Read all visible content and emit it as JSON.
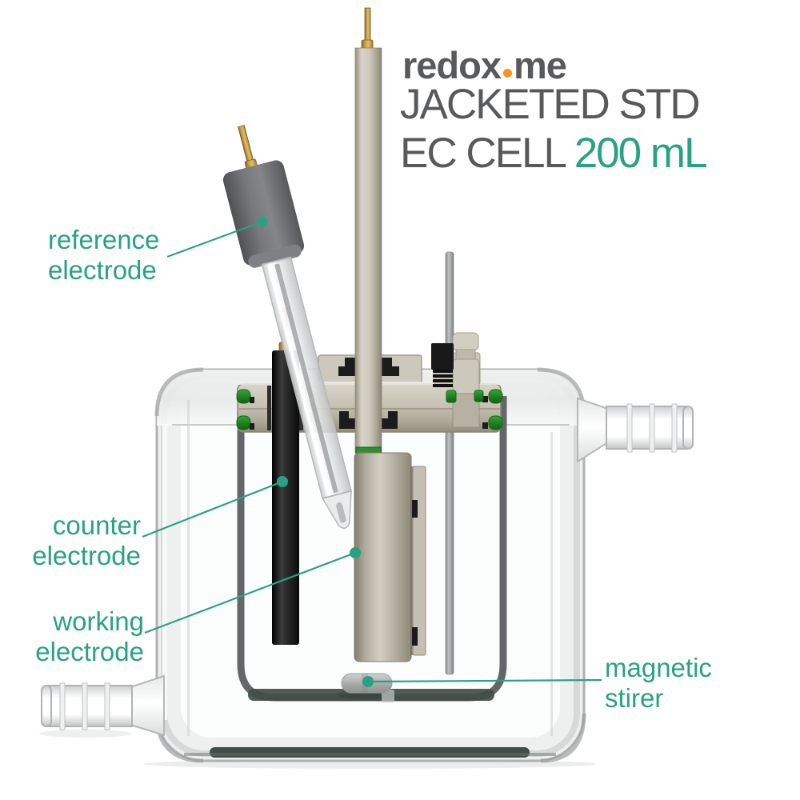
{
  "brand": {
    "logo_prefix": "redox",
    "logo_suffix": "me"
  },
  "title": {
    "line1": "JACKETED STD",
    "line2_prefix": "EC CELL ",
    "line2_highlight": "200 mL"
  },
  "labels": {
    "reference": {
      "line1": "reference",
      "line2": "electrode"
    },
    "counter": {
      "line1": "counter",
      "line2": "electrode"
    },
    "working": {
      "line1": "working",
      "line2": "electrode"
    },
    "stirrer": {
      "line1": "magnetic",
      "line2": "stirer"
    }
  },
  "colors": {
    "accent": "#2aa183",
    "heading": "#58595b",
    "orange": "#f7941e",
    "oring_green": "#1f8420",
    "ptfe_beige": "#c7c2b4",
    "gold_pin": "#c9a44c",
    "glass_gray": "#b5b7b8"
  }
}
